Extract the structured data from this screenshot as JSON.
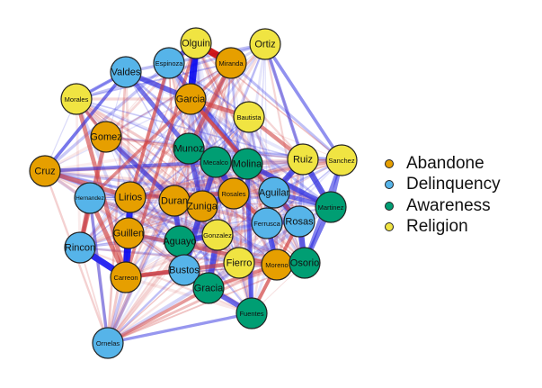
{
  "diagram": {
    "type": "network",
    "groups": [
      {
        "id": "A",
        "label": "Abandone",
        "color": "#E69F00"
      },
      {
        "id": "D",
        "label": "Delinquency",
        "color": "#56B4E9"
      },
      {
        "id": "G",
        "label": "Awareness",
        "color": "#009E73"
      },
      {
        "id": "Y",
        "label": "Religion",
        "color": "#F0E442"
      }
    ],
    "edge_colors": {
      "positive": "#3030E0",
      "negative": "#D04040"
    },
    "nodes": [
      {
        "id": "Olguin",
        "label": "Olguin",
        "group": "Y"
      },
      {
        "id": "Miranda",
        "label": "Miranda",
        "group": "A"
      },
      {
        "id": "Ortiz",
        "label": "Ortiz",
        "group": "Y"
      },
      {
        "id": "Espinoza",
        "label": "Espinoza",
        "group": "D"
      },
      {
        "id": "Valdes",
        "label": "Valdes",
        "group": "D"
      },
      {
        "id": "Morales",
        "label": "Morales",
        "group": "Y"
      },
      {
        "id": "Garcia",
        "label": "Garcia",
        "group": "A"
      },
      {
        "id": "Bautista",
        "label": "Bautista",
        "group": "Y"
      },
      {
        "id": "Gomez",
        "label": "Gomez",
        "group": "A"
      },
      {
        "id": "Munoz",
        "label": "Munoz",
        "group": "G"
      },
      {
        "id": "Mecalco",
        "label": "Mecalco",
        "group": "G"
      },
      {
        "id": "Molina",
        "label": "Molina",
        "group": "G"
      },
      {
        "id": "Ruiz",
        "label": "Ruiz",
        "group": "Y"
      },
      {
        "id": "Sanchez",
        "label": "Sanchez",
        "group": "Y"
      },
      {
        "id": "Cruz",
        "label": "Cruz",
        "group": "A"
      },
      {
        "id": "Hernandez",
        "label": "Hernandez",
        "group": "D"
      },
      {
        "id": "Lirios",
        "label": "Lirios",
        "group": "A"
      },
      {
        "id": "Duran",
        "label": "Duran",
        "group": "A"
      },
      {
        "id": "Zuniga",
        "label": "Zuniga",
        "group": "A"
      },
      {
        "id": "Rosales",
        "label": "Rosales",
        "group": "A"
      },
      {
        "id": "Aguilar",
        "label": "Aguilar",
        "group": "D"
      },
      {
        "id": "Martinez",
        "label": "Martinez",
        "group": "G"
      },
      {
        "id": "Ferrusca",
        "label": "Ferrusca",
        "group": "D"
      },
      {
        "id": "Rosas",
        "label": "Rosas",
        "group": "D"
      },
      {
        "id": "Guillen",
        "label": "Guillen",
        "group": "A"
      },
      {
        "id": "Aguayo",
        "label": "Aguayo",
        "group": "G"
      },
      {
        "id": "Gonzalez",
        "label": "Gonzalez",
        "group": "Y"
      },
      {
        "id": "Rincon",
        "label": "Rincon",
        "group": "D"
      },
      {
        "id": "Carreon",
        "label": "Carreon",
        "group": "A"
      },
      {
        "id": "Bustos",
        "label": "Bustos",
        "group": "D"
      },
      {
        "id": "Fierro",
        "label": "Fierro",
        "group": "Y"
      },
      {
        "id": "Moreno",
        "label": "Moreno",
        "group": "A"
      },
      {
        "id": "Osorio",
        "label": "Osorio",
        "group": "G"
      },
      {
        "id": "Gracia",
        "label": "Gracia",
        "group": "G"
      },
      {
        "id": "Fuentes",
        "label": "Fuentes",
        "group": "G"
      },
      {
        "id": "Ornelas",
        "label": "Ornelas",
        "group": "D"
      }
    ],
    "strong_edges": [
      {
        "source": "Olguin",
        "target": "Garcia",
        "sign": "positive",
        "weight": 0.9
      },
      {
        "source": "Olguin",
        "target": "Miranda",
        "sign": "negative",
        "weight": 0.9
      },
      {
        "source": "Lirios",
        "target": "Guillen",
        "sign": "positive",
        "weight": 0.8
      },
      {
        "source": "Guillen",
        "target": "Carreon",
        "sign": "positive",
        "weight": 0.9
      },
      {
        "source": "Rincon",
        "target": "Carreon",
        "sign": "positive",
        "weight": 0.8
      },
      {
        "source": "Espinoza",
        "target": "Olguin",
        "sign": "positive",
        "weight": 0.6
      },
      {
        "source": "Valdes",
        "target": "Garcia",
        "sign": "positive",
        "weight": 0.6
      },
      {
        "source": "Mecalco",
        "target": "Rosales",
        "sign": "positive",
        "weight": 0.7
      },
      {
        "source": "Molina",
        "target": "Rosales",
        "sign": "positive",
        "weight": 0.7
      },
      {
        "source": "Aguayo",
        "target": "Gonzalez",
        "sign": "positive",
        "weight": 0.7
      },
      {
        "source": "Zuniga",
        "target": "Bustos",
        "sign": "positive",
        "weight": 0.7
      },
      {
        "source": "Gonzalez",
        "target": "Gracia",
        "sign": "positive",
        "weight": 0.7
      },
      {
        "source": "Ruiz",
        "target": "Aguilar",
        "sign": "positive",
        "weight": 0.7
      },
      {
        "source": "Ruiz",
        "target": "Martinez",
        "sign": "positive",
        "weight": 0.7
      },
      {
        "source": "Rosas",
        "target": "Osorio",
        "sign": "positive",
        "weight": 0.7
      },
      {
        "source": "Aguilar",
        "target": "Rosas",
        "sign": "positive",
        "weight": 0.6
      },
      {
        "source": "Ferrusca",
        "target": "Moreno",
        "sign": "positive",
        "weight": 0.6
      },
      {
        "source": "Gracia",
        "target": "Fuentes",
        "sign": "positive",
        "weight": 0.6
      },
      {
        "source": "Molina",
        "target": "Martinez",
        "sign": "positive",
        "weight": 0.6
      },
      {
        "source": "Duran",
        "target": "Aguayo",
        "sign": "positive",
        "weight": 0.6
      },
      {
        "source": "Zuniga",
        "target": "Rosales",
        "sign": "positive",
        "weight": 0.6
      },
      {
        "source": "Mecalco",
        "target": "Zuniga",
        "sign": "positive",
        "weight": 0.6
      },
      {
        "source": "Gomez",
        "target": "Duran",
        "sign": "positive",
        "weight": 0.5
      },
      {
        "source": "Valdes",
        "target": "Munoz",
        "sign": "positive",
        "weight": 0.5
      },
      {
        "source": "Espinoza",
        "target": "Molina",
        "sign": "positive",
        "weight": 0.5
      },
      {
        "source": "Hernandez",
        "target": "Rincon",
        "sign": "negative",
        "weight": 0.5
      },
      {
        "source": "Hernandez",
        "target": "Carreon",
        "sign": "negative",
        "weight": 0.5
      },
      {
        "source": "Lirios",
        "target": "Rosales",
        "sign": "negative",
        "weight": 0.5
      },
      {
        "source": "Cruz",
        "target": "Lirios",
        "sign": "negative",
        "weight": 0.5
      },
      {
        "source": "Morales",
        "target": "Carreon",
        "sign": "negative",
        "weight": 0.45
      },
      {
        "source": "Garcia",
        "target": "Bautista",
        "sign": "negative",
        "weight": 0.45
      },
      {
        "source": "Miranda",
        "target": "Munoz",
        "sign": "negative",
        "weight": 0.45
      },
      {
        "source": "Gomez",
        "target": "Rincon",
        "sign": "negative",
        "weight": 0.45
      },
      {
        "source": "Rosales",
        "target": "Ferrusca",
        "sign": "negative",
        "weight": 0.5
      },
      {
        "source": "Carreon",
        "target": "Fierro",
        "sign": "negative",
        "weight": 0.45
      },
      {
        "source": "Guillen",
        "target": "Moreno",
        "sign": "negative",
        "weight": 0.4
      },
      {
        "source": "Carreon",
        "target": "Bustos",
        "sign": "negative",
        "weight": 0.45
      },
      {
        "source": "Bautista",
        "target": "Ruiz",
        "sign": "negative",
        "weight": 0.4
      },
      {
        "source": "Garcia",
        "target": "Molina",
        "sign": "negative",
        "weight": 0.4
      },
      {
        "source": "Fierro",
        "target": "Moreno",
        "sign": "negative",
        "weight": 0.4
      },
      {
        "source": "Gracia",
        "target": "Moreno",
        "sign": "negative",
        "weight": 0.35
      },
      {
        "source": "Fuentes",
        "target": "Rosas",
        "sign": "negative",
        "weight": 0.35
      },
      {
        "source": "Ornelas",
        "target": "Gracia",
        "sign": "negative",
        "weight": 0.3
      },
      {
        "source": "Ornelas",
        "target": "Fuentes",
        "sign": "positive",
        "weight": 0.25
      },
      {
        "source": "Ornelas",
        "target": "Hernandez",
        "sign": "positive",
        "weight": 0.25
      },
      {
        "source": "Ortiz",
        "target": "Ruiz",
        "sign": "positive",
        "weight": 0.3
      },
      {
        "source": "Ortiz",
        "target": "Sanchez",
        "sign": "positive",
        "weight": 0.3
      },
      {
        "source": "Sanchez",
        "target": "Osorio",
        "sign": "positive",
        "weight": 0.4
      },
      {
        "source": "Sanchez",
        "target": "Martinez",
        "sign": "positive",
        "weight": 0.4
      },
      {
        "source": "Cruz",
        "target": "Mecalco",
        "sign": "positive",
        "weight": 0.35
      },
      {
        "source": "Cruz",
        "target": "Valdes",
        "sign": "positive",
        "weight": 0.3
      },
      {
        "source": "Morales",
        "target": "Valdes",
        "sign": "positive",
        "weight": 0.3
      },
      {
        "source": "Bustos",
        "target": "Gracia",
        "sign": "positive",
        "weight": 0.5
      },
      {
        "source": "Aguayo",
        "target": "Bustos",
        "sign": "positive",
        "weight": 0.5
      },
      {
        "source": "Rosas",
        "target": "Ferrusca",
        "sign": "positive",
        "weight": 0.5
      },
      {
        "source": "Martinez",
        "target": "Osorio",
        "sign": "positive",
        "weight": 0.5
      },
      {
        "source": "Aguilar",
        "target": "Martinez",
        "sign": "positive",
        "weight": 0.5
      },
      {
        "source": "Molina",
        "target": "Fuentes",
        "sign": "positive",
        "weight": 0.5
      },
      {
        "source": "Munoz",
        "target": "Zuniga",
        "sign": "positive",
        "weight": 0.5
      },
      {
        "source": "Garcia",
        "target": "Rosas",
        "sign": "negative",
        "weight": 0.35
      },
      {
        "source": "Espinoza",
        "target": "Lirios",
        "sign": "negative",
        "weight": 0.35
      },
      {
        "source": "Miranda",
        "target": "Hernandez",
        "sign": "negative",
        "weight": 0.3
      },
      {
        "source": "Olguin",
        "target": "Carreon",
        "sign": "negative",
        "weight": 0.3
      },
      {
        "source": "Morales",
        "target": "Gomez",
        "sign": "negative",
        "weight": 0.3
      }
    ]
  }
}
